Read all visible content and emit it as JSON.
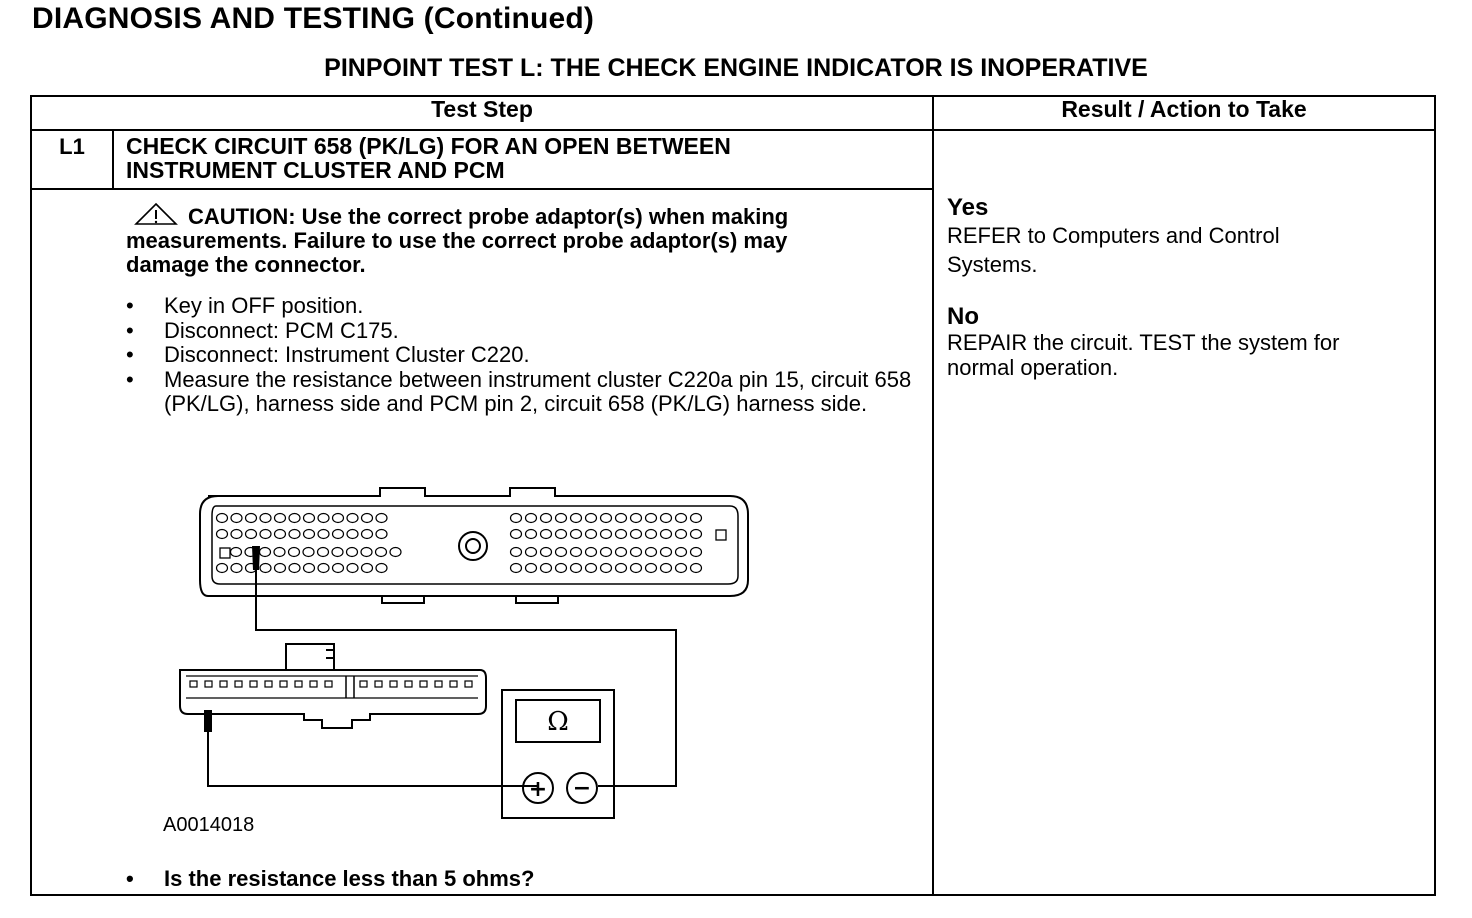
{
  "page_heading": "DIAGNOSIS AND TESTING (Continued)",
  "test_title": "PINPOINT TEST  L: THE CHECK ENGINE INDICATOR IS INOPERATIVE",
  "table": {
    "header_step": "Test Step",
    "header_result": "Result / Action to Take"
  },
  "step": {
    "id": "L1",
    "title_line1": "CHECK CIRCUIT 658 (PK/LG) FOR AN OPEN BETWEEN",
    "title_line2": "INSTRUMENT CLUSTER AND PCM",
    "caution": "CAUTION: Use the correct probe adaptor(s) when making measurements. Failure to use the correct probe adaptor(s) may damage the connector.",
    "bullets": [
      "Key in OFF position.",
      "Disconnect: PCM C175.",
      "Disconnect: Instrument Cluster C220.",
      "Measure the resistance between instrument cluster C220a pin 15, circuit 658 (PK/LG), harness side and PCM pin 2, circuit 658 (PK/LG) harness side."
    ],
    "bullet_symbol": "•",
    "figure_id": "A0014018",
    "meter_symbol": "Ω",
    "probe_plus": "+",
    "probe_minus": "−",
    "question": "Is the resistance less than 5 ohms?"
  },
  "results": {
    "yes_label": "Yes",
    "yes_text_line1": "REFER to Computers and Control",
    "yes_text_line2": "Systems.",
    "no_label": "No",
    "no_text_line1": "REPAIR the circuit. TEST the system for",
    "no_text_line2": "normal operation."
  },
  "icons": [
    "caution-triangle-icon",
    "ohmmeter-icon"
  ]
}
